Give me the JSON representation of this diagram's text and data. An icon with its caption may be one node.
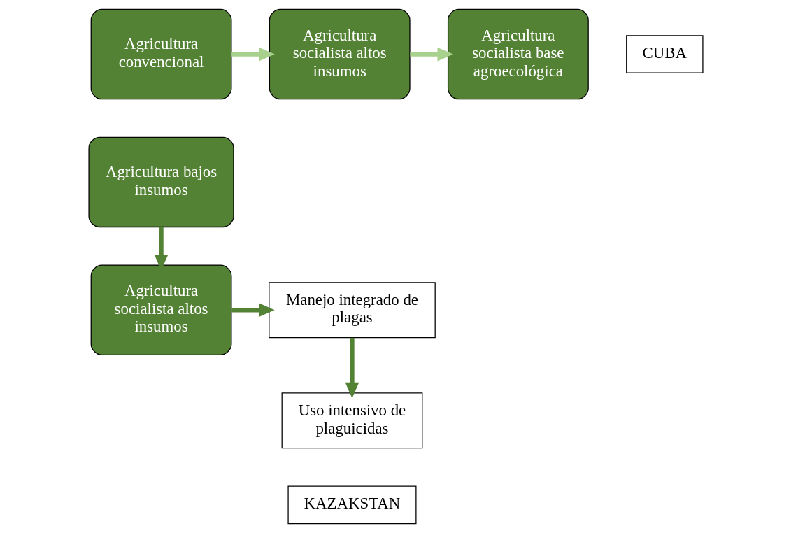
{
  "diagram": {
    "nodes": [
      {
        "text": [
          "Agricultura convencional"
        ]
      },
      {
        "text": [
          "Agricultura socialista altos insumos"
        ]
      },
      {
        "text": [
          "Agricultura socialista base agroecológica"
        ]
      },
      {
        "text": [
          "CUBA"
        ]
      },
      {
        "text": [
          "Agricultura bajos insumos"
        ]
      },
      {
        "text": [
          "Agricultura socialista altos insumos"
        ]
      },
      {
        "text": [
          "Manejo integrado de plagas"
        ]
      },
      {
        "text": [
          "Uso intensivo de plaguicidas"
        ]
      },
      {
        "text": [
          "KAZAKSTAN"
        ]
      }
    ],
    "edges": [
      {
        "from": 0,
        "to": 1,
        "arrow": "to",
        "color": "#a9d18e"
      },
      {
        "from": 1,
        "to": 2,
        "arrow": "to",
        "color": "#a9d18e"
      },
      {
        "from": 4,
        "to": 5,
        "arrow": "to"
      },
      {
        "from": 5,
        "to": 6,
        "arrow": "to"
      },
      {
        "from": 6,
        "to": 7,
        "arrow": "to"
      }
    ]
  }
}
